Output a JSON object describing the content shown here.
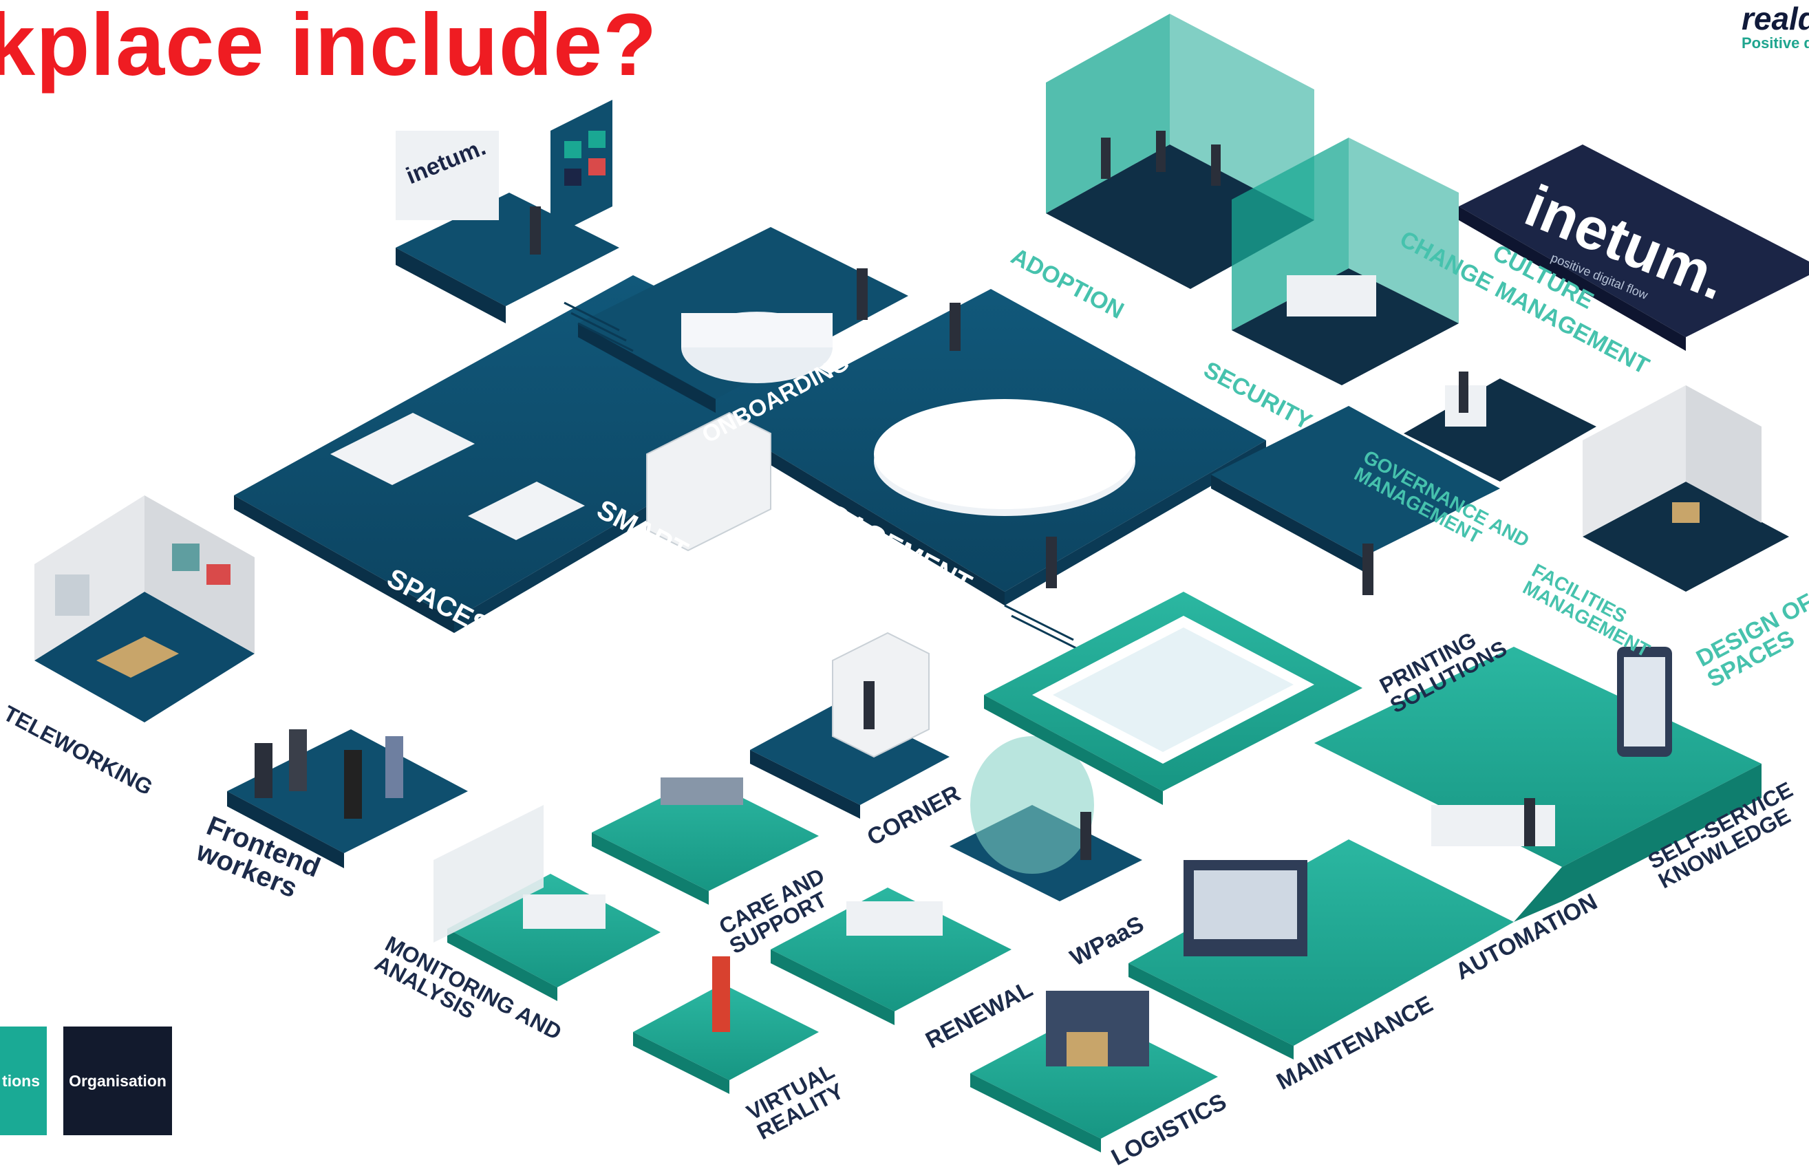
{
  "title": "kplace include?",
  "brand": {
    "name": "realdo",
    "tagline": "Positive d"
  },
  "logo_text": "inetum.",
  "logo_tagline": "positive digital flow",
  "legend": {
    "teal_label": "tions",
    "dark_label": "Organisation"
  },
  "labels": {
    "onboarding": "ONBOARDING",
    "engagement": "ENGAGEMENT",
    "smart_locker": "SMART LOCKER",
    "spaces": "SPACES",
    "teleworking": "TELEWORKING",
    "frontend_workers": "Frontend\nworkers",
    "monitoring": "MONITORING AND\nANALYSIS",
    "care_support": "CARE AND\nSUPPORT",
    "corner": "CORNER",
    "virtual_reality": "VIRTUAL\nREALITY",
    "renewal": "RENEWAL",
    "wpaas": "WPaaS",
    "logistics": "LOGISTICS",
    "maintenance": "MAINTENANCE",
    "automation": "AUTOMATION",
    "self_service": "SELF-SERVICE\nKNOWLEDGE",
    "printing": "PRINTING\nSOLUTIONS",
    "adoption": "ADOPTION",
    "security": "SECURITY",
    "culture": "CULTURE",
    "change_management": "CHANGE MANAGEMENT",
    "governance": "GOVERNANCE AND\nMANAGEMENT",
    "facilities": "FACILITIES\nMANAGEMENT",
    "design_spaces": "DESIGN OF\nSPACES"
  },
  "colors": {
    "navy": "#0f4a66",
    "navy_dark": "#0b3550",
    "teal": "#1aa893",
    "teal_light": "#5cc7b4",
    "brand_navy": "#1b2546",
    "title_red": "#ef1c22"
  }
}
